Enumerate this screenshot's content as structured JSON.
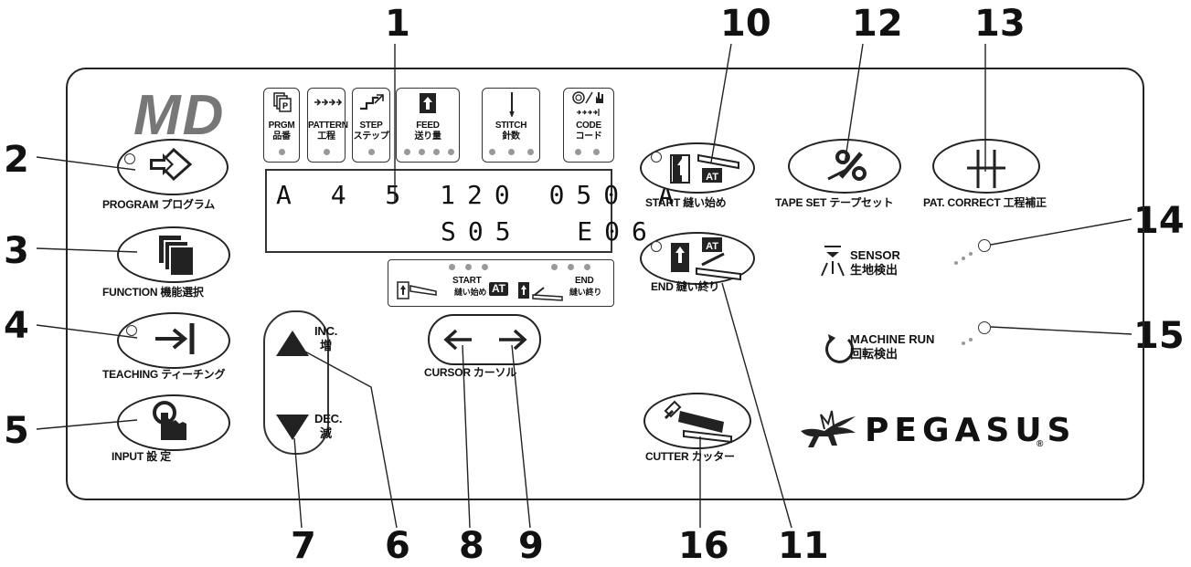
{
  "callouts": [
    "1",
    "2",
    "3",
    "4",
    "5",
    "6",
    "7",
    "8",
    "9",
    "10",
    "11",
    "12",
    "13",
    "14",
    "15",
    "16"
  ],
  "logo": "MD",
  "brand": "PEGASUS",
  "brand_mark": "®",
  "indicators": {
    "prgm": [
      "PRGM",
      "品番"
    ],
    "pattern": [
      "PATTERN",
      "工程"
    ],
    "step": [
      "STEP",
      "ステップ"
    ],
    "feed": [
      "FEED",
      "送り量"
    ],
    "stitch": [
      "STITCH",
      "針数"
    ],
    "code": [
      "CODE",
      "コード"
    ]
  },
  "display": {
    "line1": "A 4 5 120 050 A",
    "line2": "S05  E06"
  },
  "start_end_strip": {
    "start": [
      "START",
      "縫い始め"
    ],
    "end": [
      "END",
      "縫い終り"
    ],
    "at": "AT"
  },
  "buttons": {
    "program": "PROGRAM プログラム",
    "function": "FUNCTION 機能選択",
    "teaching": "TEACHING ティーチング",
    "input": "INPUT 設 定",
    "inc": [
      "INC.",
      "増"
    ],
    "dec": [
      "DEC.",
      "減"
    ],
    "cursor": "CURSOR カーソル",
    "start": "START 縫い始め",
    "end": "END 縫い終り",
    "tape_set": "TAPE SET テープセット",
    "pat_correct": "PAT. CORRECT 工程補正",
    "cutter": "CUTTER カッター",
    "at": "AT"
  },
  "sensor": [
    "SENSOR",
    "生地検出"
  ],
  "machine_run": [
    "MACHINE RUN",
    "回転検出"
  ],
  "colors": {
    "led_dot": "#999999",
    "logo": "#777777",
    "line": "#222222"
  }
}
